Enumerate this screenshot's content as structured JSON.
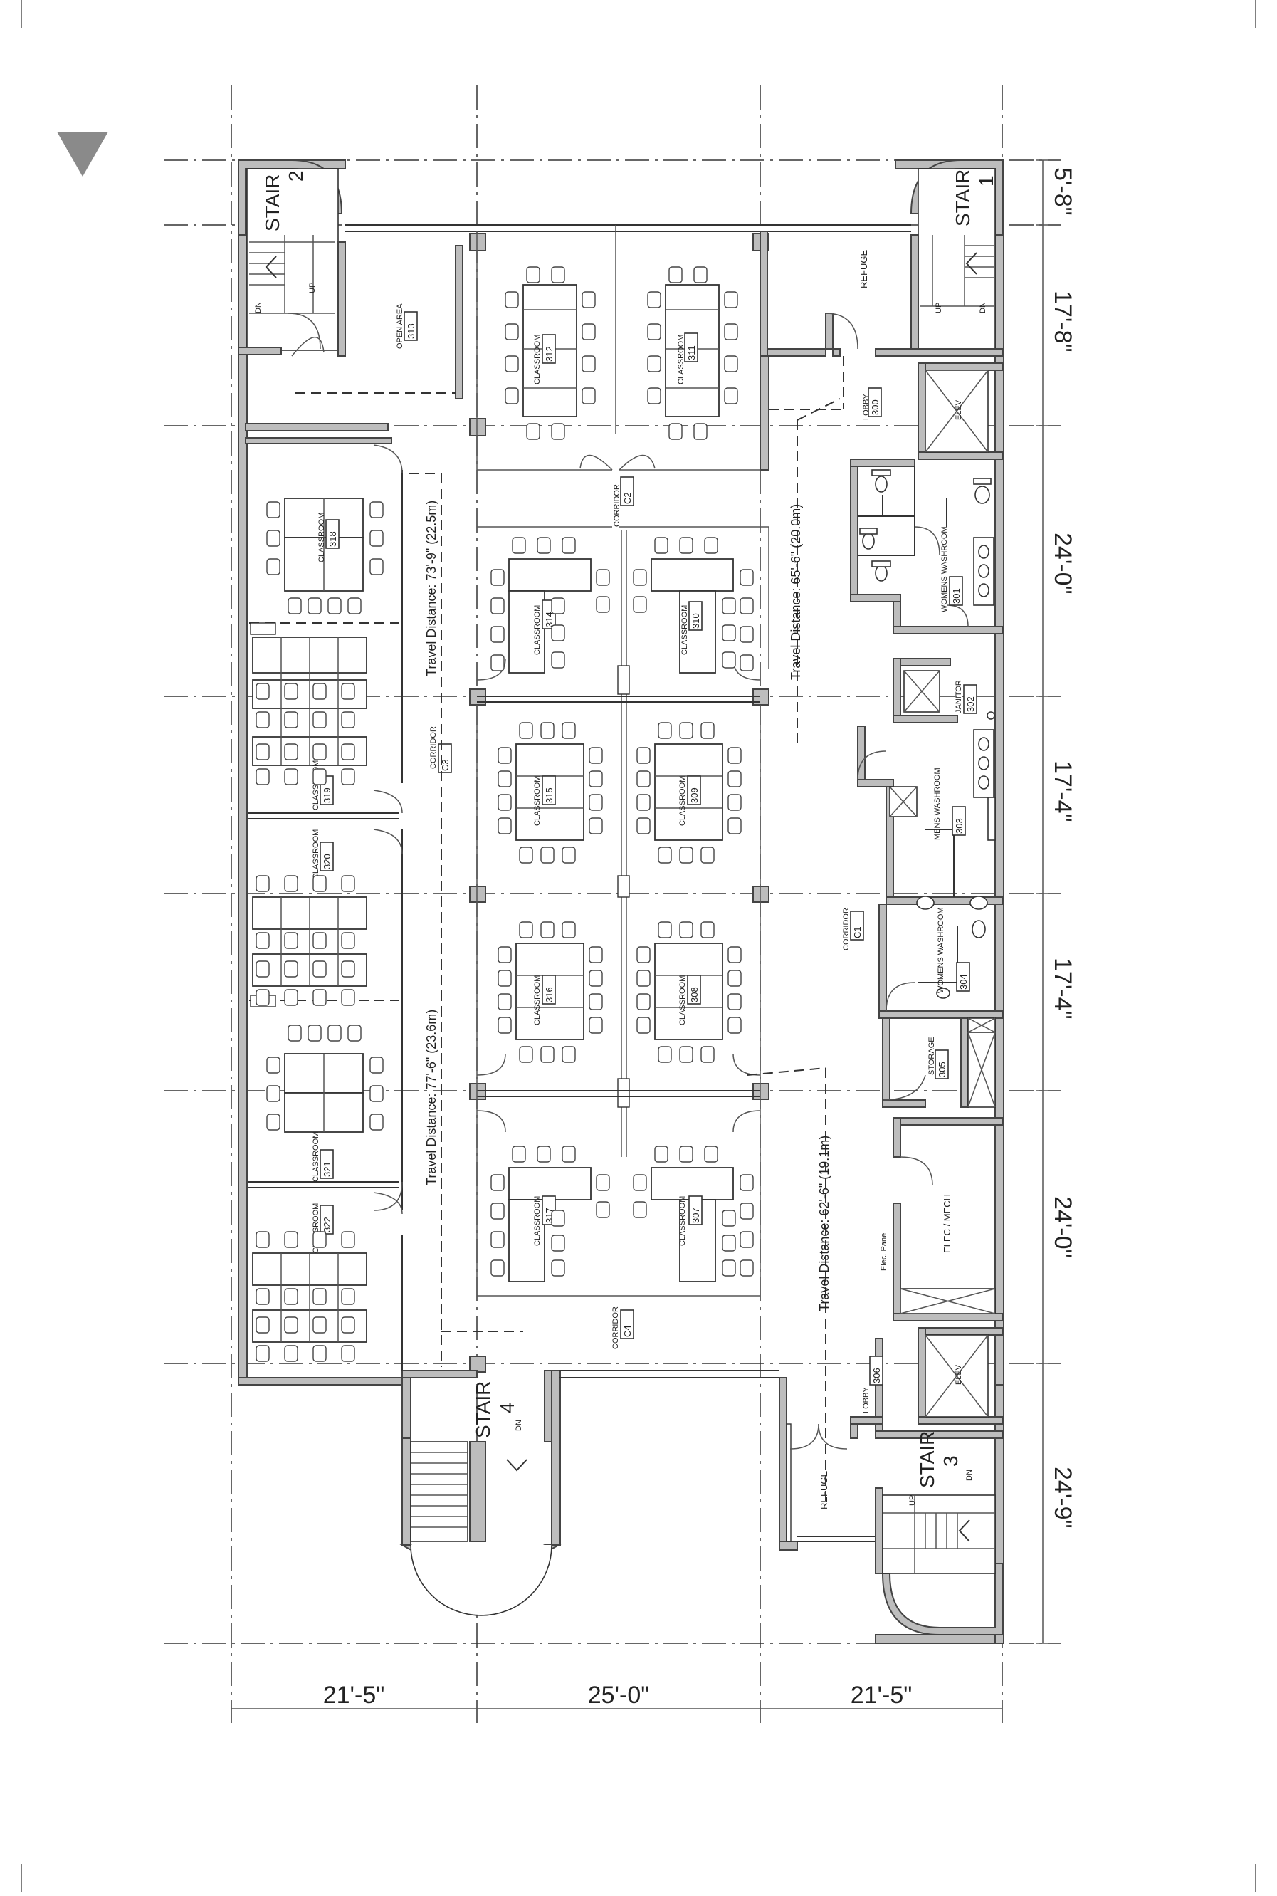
{
  "dimensions": {
    "rows": [
      "5'-8\"",
      "17'-8\"",
      "24'-0\"",
      "17'-4\"",
      "17'-4\"",
      "24'-0\"",
      "24'-9\""
    ],
    "cols": [
      "21'-5\"",
      "25'-0\"",
      "21'-5\""
    ]
  },
  "stairs": [
    {
      "label": "STAIR",
      "number": "1",
      "up": "UP",
      "dn": "DN"
    },
    {
      "label": "STAIR",
      "number": "2",
      "up": "UP",
      "dn": "DN"
    },
    {
      "label": "STAIR",
      "number": "3",
      "up": "UP",
      "dn": "DN"
    },
    {
      "label": "STAIR",
      "number": "4",
      "up": "",
      "dn": "DN"
    }
  ],
  "rooms": {
    "r300": {
      "name": "LOBBY",
      "number": "300"
    },
    "r301": {
      "name": "WOMENS WASHROOM",
      "number": "301"
    },
    "r302": {
      "name": "JANITOR",
      "number": "302"
    },
    "r303": {
      "name": "MENS WASHROOM",
      "number": "303"
    },
    "r304": {
      "name": "WOMENS WASHROOM",
      "number": "304"
    },
    "r305": {
      "name": "STORAGE",
      "number": "305"
    },
    "r306": {
      "name": "LOBBY",
      "number": "306"
    },
    "r307": {
      "name": "CLASSROOM",
      "number": "307"
    },
    "r308": {
      "name": "CLASSROOM",
      "number": "308"
    },
    "r309": {
      "name": "CLASSROOM",
      "number": "309"
    },
    "r310": {
      "name": "CLASSROOM",
      "number": "310"
    },
    "r311": {
      "name": "CLASSROOM",
      "number": "311"
    },
    "r312": {
      "name": "CLASSROOM",
      "number": "312"
    },
    "r313": {
      "name": "OPEN AREA",
      "number": "313"
    },
    "r314": {
      "name": "CLASSROOM",
      "number": "314"
    },
    "r315": {
      "name": "CLASSROOM",
      "number": "315"
    },
    "r316": {
      "name": "CLASSROOM",
      "number": "316"
    },
    "r317": {
      "name": "CLASSROOM",
      "number": "317"
    },
    "r318": {
      "name": "CLASSROOM",
      "number": "318"
    },
    "r319": {
      "name": "CLASSROOM",
      "number": "319"
    },
    "r320": {
      "name": "CLASSROOM",
      "number": "320"
    },
    "r321": {
      "name": "CLASSROOM",
      "number": "321"
    },
    "r322": {
      "name": "CLASSROOM",
      "number": "322"
    }
  },
  "corridors": {
    "c1": {
      "name": "CORRIDOR",
      "code": "C1"
    },
    "c2": {
      "name": "CORRIDOR",
      "code": "C2"
    },
    "c3": {
      "name": "CORRIDOR",
      "code": "C3"
    },
    "c4": {
      "name": "CORRIDOR",
      "code": "C4"
    }
  },
  "other": {
    "refuge_top": "REFUGE",
    "refuge_bottom": "REFUGE",
    "elec_mech": "ELEC / MECH",
    "elec_panel": "Elec. Panel",
    "elev_top": "ELEV",
    "elev_bottom": "ELEV"
  },
  "travel": {
    "t1": "Travel Distance: 73'-9\" (22.5m)",
    "t2": "Travel Distance: 77'-6\" (23.6m)",
    "t3": "Travel Distance: 65'-6\" (20.0m)",
    "t4": "Travel Distance: 62'-6\" (19.1m)"
  }
}
